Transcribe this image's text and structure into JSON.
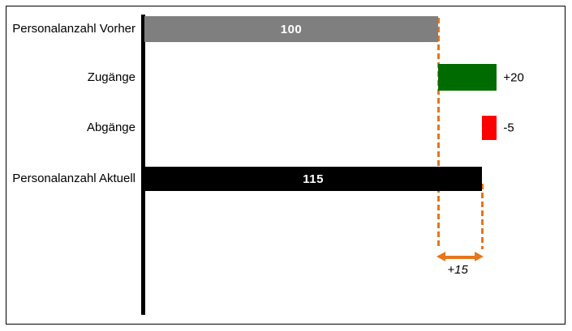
{
  "chart_data": {
    "type": "bar",
    "subtype": "horizontal_waterfall",
    "title": "",
    "categories": [
      "Personalanzahl Vorher",
      "Zugänge",
      "Abgänge",
      "Personalanzahl Aktuell"
    ],
    "values": [
      100,
      20,
      -5,
      115
    ],
    "segments": [
      {
        "from": 0,
        "to": 100
      },
      {
        "from": 100,
        "to": 120
      },
      {
        "from": 115,
        "to": 120
      },
      {
        "from": 0,
        "to": 115
      }
    ],
    "bar_labels": [
      "100",
      "+20",
      "-5",
      "115"
    ],
    "bar_label_placement": [
      "inside",
      "outside",
      "outside",
      "inside"
    ],
    "bar_colors": [
      "#7F7F7F",
      "#006B00",
      "#FF0000",
      "#000000"
    ],
    "axis": {
      "baseline_color": "#000000",
      "xlim": [
        0,
        144
      ],
      "grid": false,
      "legend": false
    },
    "annotation": {
      "text": "+15",
      "from_value": 100,
      "to_value": 115,
      "color": "#E8751A",
      "style": "dashed_drop_lines_with_double_headed_arrow"
    }
  }
}
